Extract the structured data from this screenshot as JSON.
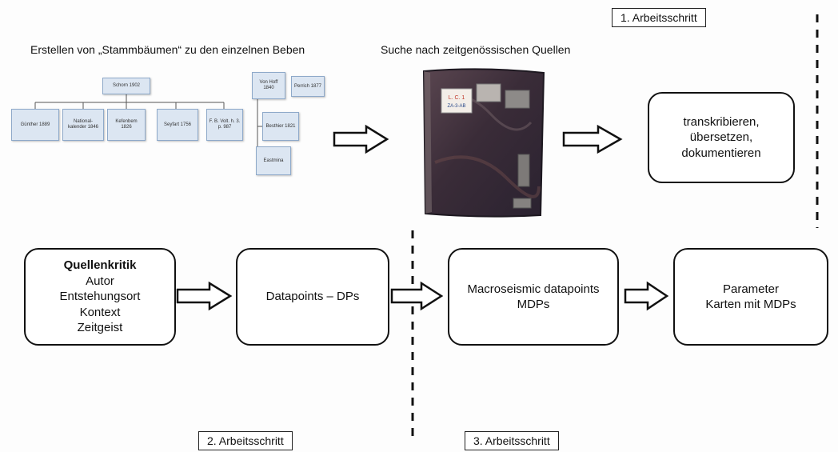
{
  "steps": {
    "step1": "1. Arbeitsschritt",
    "step2": "2. Arbeitsschritt",
    "step3": "3. Arbeitsschritt"
  },
  "top": {
    "tree_caption": "Erstellen von „Stammbäumen“ zu den einzelnen Beben",
    "sources_caption": "Suche nach zeitgenössischen Quellen",
    "transcribe_box": [
      "transkribieren,",
      "übersetzen,",
      "dokumentieren"
    ]
  },
  "tree": {
    "root": "Schorn 1902",
    "children": [
      "Günther 1889",
      "National-kalender 1846",
      "Kefenbem 1826",
      "Seyfart 1756",
      "F. B. Volt. h. 3. p. 987"
    ],
    "side": [
      "Von Hoff 1840",
      "Perrich 1877",
      "Besthier 1821",
      "Eastmina"
    ]
  },
  "book": {
    "label_line1": "L. C. 1",
    "label_line2": "ZA-3-AB"
  },
  "bottom": {
    "quellenkritik": {
      "title": "Quellenkritik",
      "lines": [
        "Autor",
        "Entstehungsort",
        "Kontext",
        "Zeitgeist"
      ]
    },
    "datapoints": "Datapoints – DPs",
    "macroseismic": [
      "Macroseismic datapoints",
      "MDPs"
    ],
    "parameter": [
      "Parameter",
      "Karten mit MDPs"
    ]
  },
  "colors": {
    "tree_fill": "#dce6f2",
    "tree_border": "#8ea9c9",
    "book_cover": "#3c2f3a"
  }
}
